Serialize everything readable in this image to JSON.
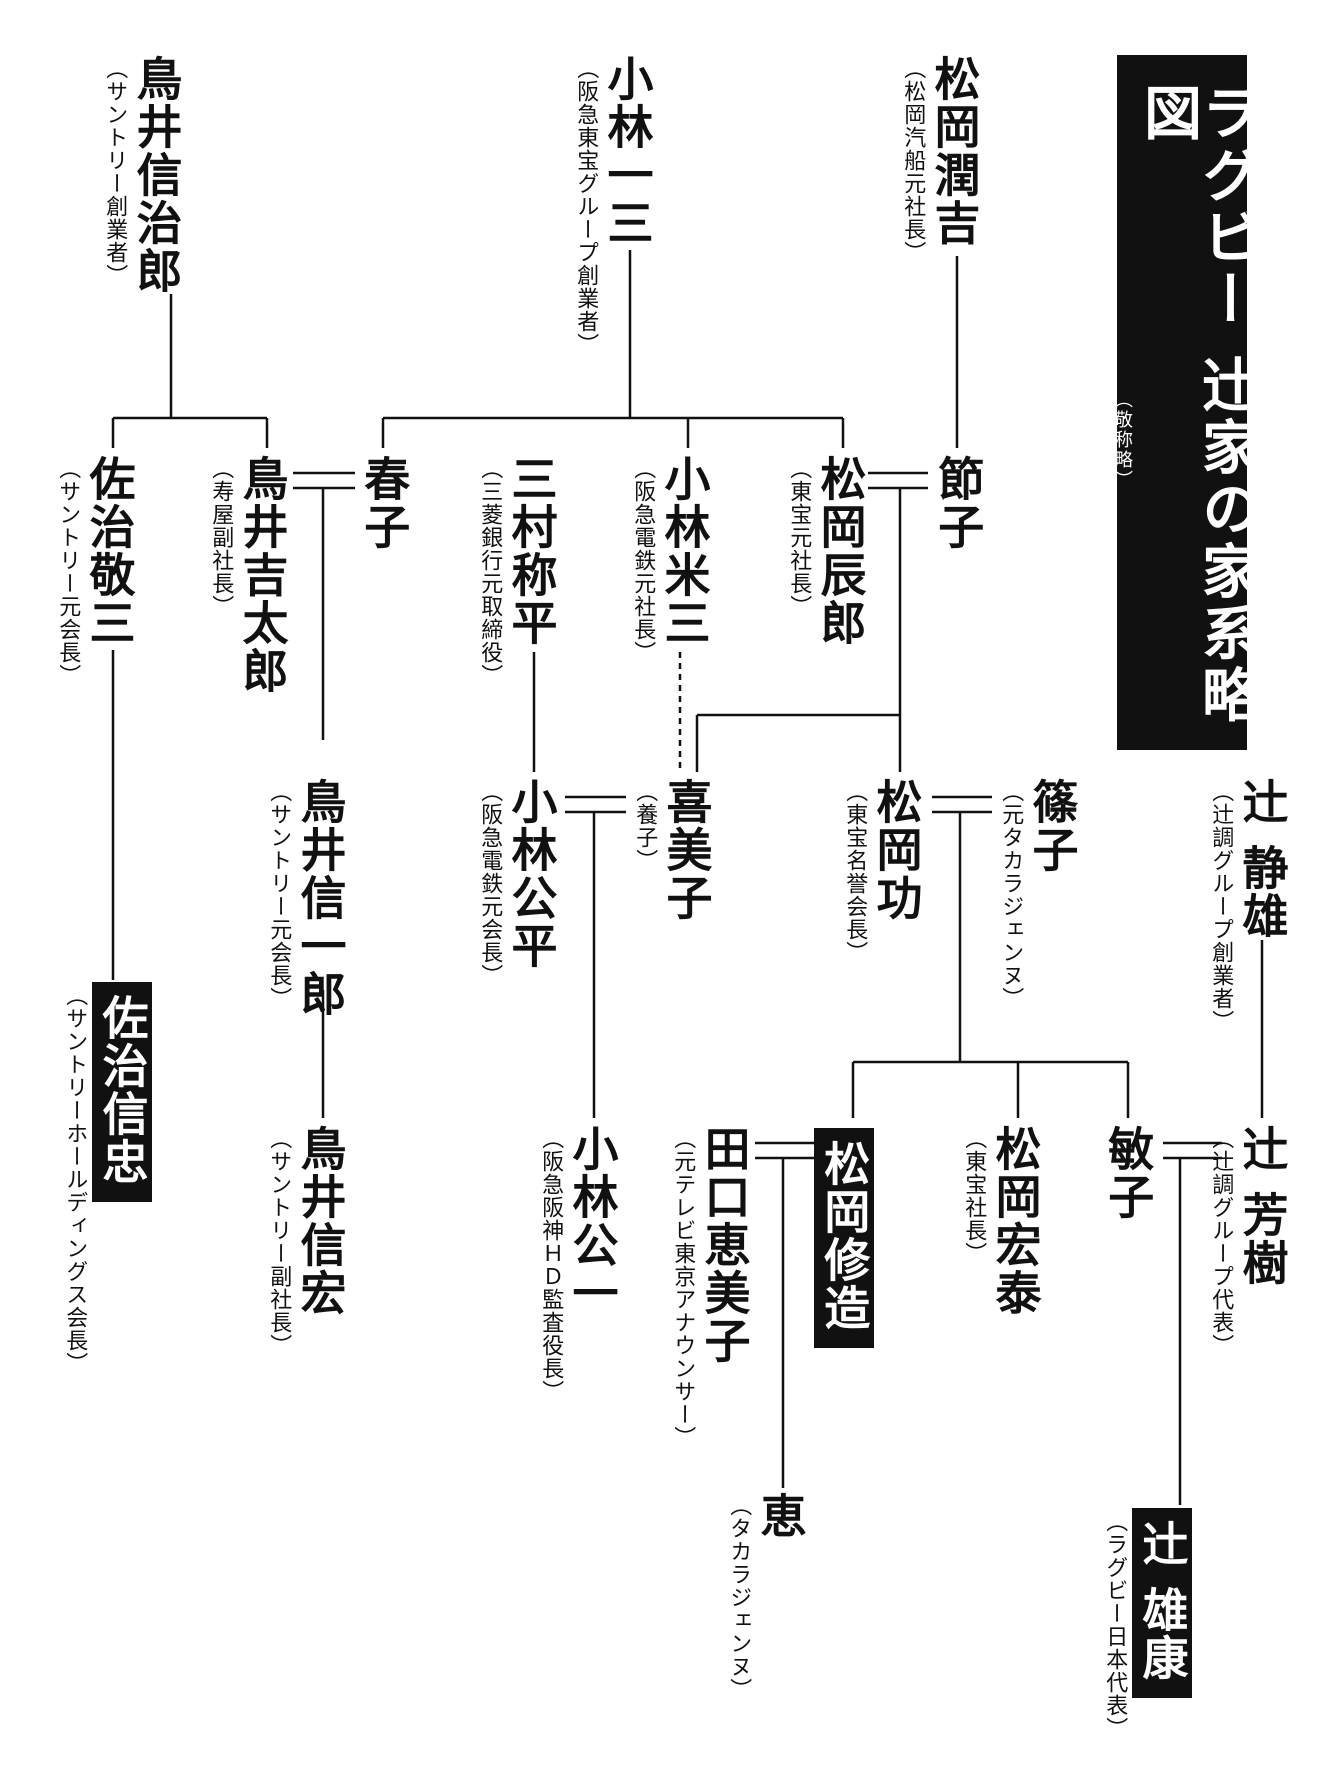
{
  "title": {
    "main": "ラグビー 辻家の家系略図",
    "sub": "（敬称略）"
  },
  "people": {
    "torii_shinjiro": {
      "name": "鳥井信治郎",
      "role": "（サントリー創業者）"
    },
    "kobayashi_ichizo": {
      "name": "小林一三",
      "role": "（阪急東宝グループ創業者）"
    },
    "matsuoka_junkichi": {
      "name": "松岡潤吉",
      "role": "（松岡汽船元社長）"
    },
    "saji_keizo": {
      "name": "佐治敬三",
      "role": "（サントリー元会長）"
    },
    "torii_kichitaro": {
      "name": "鳥井吉太郎",
      "role": "（寿屋副社長）"
    },
    "haruko": {
      "name": "春子",
      "role": ""
    },
    "mimura_shohei": {
      "name": "三村称平",
      "role": "（三菱銀行元取締役）"
    },
    "kobayashi_yonezo": {
      "name": "小林米三",
      "role": "（阪急電鉄元社長）"
    },
    "matsuoka_tatsuro": {
      "name": "松岡辰郎",
      "role": "（東宝元社長）"
    },
    "setsuko": {
      "name": "節子",
      "role": ""
    },
    "torii_shinichiro": {
      "name": "鳥井信一郎",
      "role": "（サントリー元会長）"
    },
    "kobayashi_kohei": {
      "name": "小林公平",
      "role": "（阪急電鉄元会長）"
    },
    "yoshimiko": {
      "name": "喜美子",
      "role": "（養子）"
    },
    "matsuoka_isao": {
      "name": "松岡功",
      "role": "（東宝名誉会長）"
    },
    "shinoko": {
      "name": "篠子",
      "role": "（元タカラジェンヌ）"
    },
    "tsuji_shizuo": {
      "name": "辻 静雄",
      "role": "（辻調グループ創業者）"
    },
    "saji_nobutada": {
      "name": "佐治信忠",
      "role": "（サントリーホールディングス会長）"
    },
    "torii_shinko": {
      "name": "鳥井信宏",
      "role": "（サントリー副社長）"
    },
    "kobayashi_koichi": {
      "name": "小林公一",
      "role": "（阪急阪神ＨＤ監査役長）"
    },
    "taguchi_emiko": {
      "name": "田口恵美子",
      "role": "（元テレビ東京アナウンサー）"
    },
    "matsuoka_shuzo": {
      "name": "松岡修造",
      "role": ""
    },
    "matsuoka_hiroyasu": {
      "name": "松岡宏泰",
      "role": "（東宝社長）"
    },
    "toshiko": {
      "name": "敏子",
      "role": ""
    },
    "tsuji_yoshiki": {
      "name": "辻 芳樹",
      "role": "（辻調グループ代表）"
    },
    "megumi": {
      "name": "恵",
      "role": "（タカラジェンヌ）"
    },
    "tsuji_yuko": {
      "name": "辻 雄康",
      "role": "（ラグビー日本代表）"
    }
  }
}
